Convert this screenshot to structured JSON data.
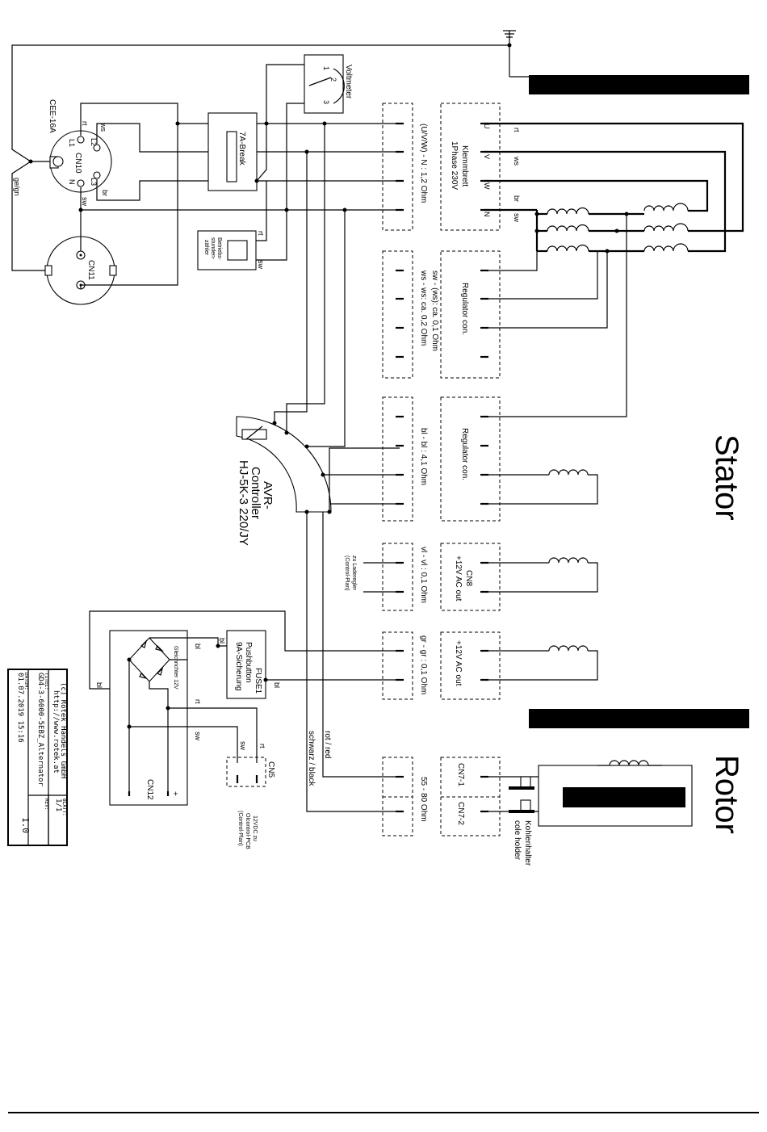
{
  "section_labels": {
    "stator": "Stator",
    "rotor": "Rotor"
  },
  "sockets": {
    "cee": "CEE-16A",
    "cn10": "CN10",
    "cn11": "CN11",
    "l1": "L1",
    "l2": "L2",
    "l3": "L3",
    "n": "N"
  },
  "components": {
    "voltmeter": "Voltmeter",
    "voltmeter_pins": [
      "1",
      "2",
      "3"
    ],
    "breaker": "7A-Break",
    "hour_meter": [
      "Betriebs-",
      "stunden-",
      "zähler"
    ],
    "avr": [
      "AVR-",
      "Controller",
      "HJ-5K-3 220/JY"
    ],
    "fuse": [
      "FUSE1",
      "Pushbutton",
      "9A-Sicherung"
    ],
    "rectifier": "Gleichrichter 12V",
    "cn12": "CN12",
    "cn5": "CN5",
    "cn5_note": [
      "12VDC zu",
      "Olcontrol-PCB",
      "(Control-Plan)"
    ],
    "laderegler_note": [
      "zu Laderegler",
      "(Control-Plan)"
    ],
    "brush": [
      "Kohlenhalter",
      "cole holder"
    ]
  },
  "terminal_blocks": [
    {
      "name": "Klemmbrett",
      "lines": [
        "Klemmbrett",
        "1Phase 230V"
      ],
      "pins": [
        "U",
        "V",
        "W",
        "N"
      ],
      "spec": "(U/V/W) - N : 1,2 Ohm"
    },
    {
      "name": "Regulator con.",
      "lines": [
        "Regulator con."
      ],
      "spec": [
        "sw - (ws): ca. 0,1 Ohm",
        "ws - ws: ca. 0,2 Ohm"
      ]
    },
    {
      "name": "Regulator con. 2",
      "lines": [
        "Regulator con."
      ],
      "spec": "bl - bl : 4,1 Ohm"
    },
    {
      "name": "CN8",
      "lines": [
        "CN8",
        "+12V AC out"
      ],
      "spec": "vl - vl : 0,1 Ohm"
    },
    {
      "name": "+12V AC out",
      "lines": [
        "+12V AC out"
      ],
      "spec": "gr - gr : 0,1 Ohm"
    },
    {
      "name": "CN7",
      "pins": [
        "CN7-1",
        "CN7-2"
      ],
      "spec": "55 - 80 Ohm"
    }
  ],
  "wire_labels": {
    "rt": "rt",
    "ws": "ws",
    "br": "br",
    "sw": "sw",
    "bl": "bl",
    "gegn": "ge/gn",
    "plus": "+",
    "rot": "rot / red",
    "schwarz": "schwarz / black"
  },
  "title_block": {
    "company": "(c) Rotek Handels GmbH",
    "url": "http://www.rotek.at",
    "titel_label": "TITEL:",
    "titel": "GD4-3-6000-5EBZ_Alternator",
    "datum_label": "DATUM:",
    "datum": "01.07.2019 15:16",
    "blatt_label": "BLATT:",
    "blatt": "1/1",
    "rev_label": "REV:",
    "rev": "1.0"
  }
}
